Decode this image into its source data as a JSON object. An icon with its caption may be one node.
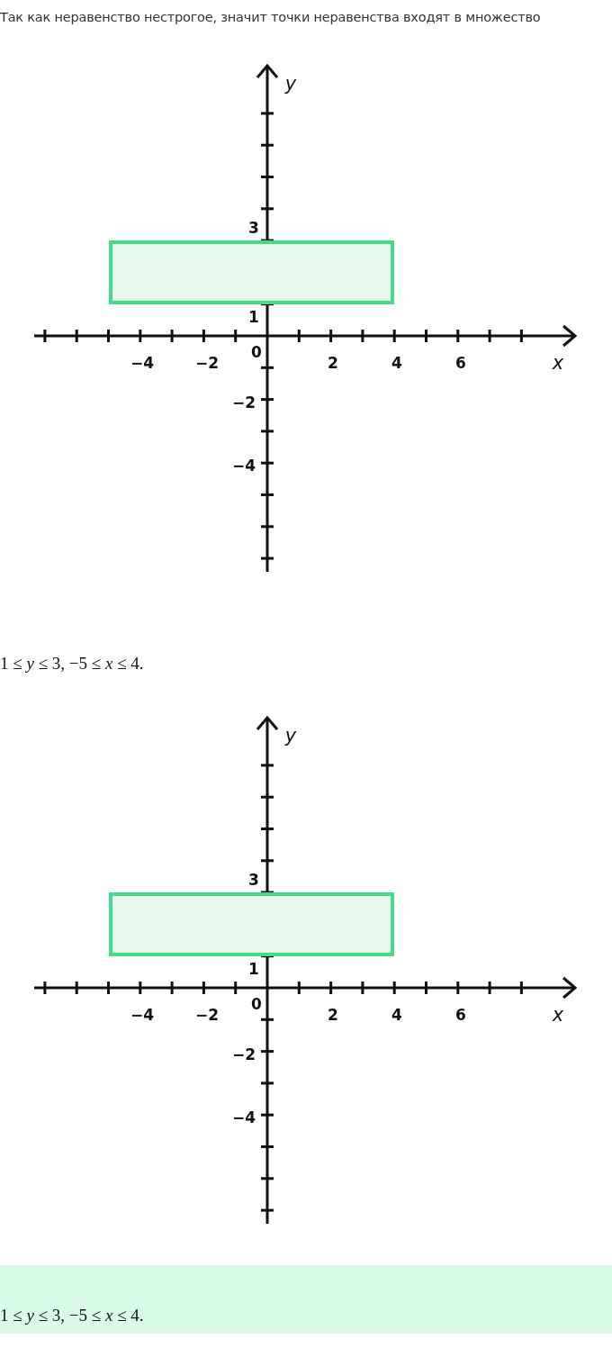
{
  "diagram": {
    "nodes": [
      {
        "text": [],
        "shape": "box"
      },
      {
        "text": [],
        "shape": "box"
      },
      {
        "text": [
          "1 ≤ *y* ≤ 3, −5 ≤ *x* ≤ 4."
        ]
      }
    ],
    "labels": [
      "Так как неравенство нестрогое, значит точки неравенства входят в множество",
      "y",
      "3",
      "1",
      "0",
      "−4",
      "−2",
      "2",
      "4",
      "6",
      "x",
      "−2",
      "−4",
      "1 ≤ *y* ≤ 3, −5 ≤ *x* ≤ 4.",
      "y",
      "3",
      "1",
      "0",
      "−4",
      "−2",
      "2",
      "4",
      "6",
      "x",
      "−2",
      "−4"
    ]
  }
}
